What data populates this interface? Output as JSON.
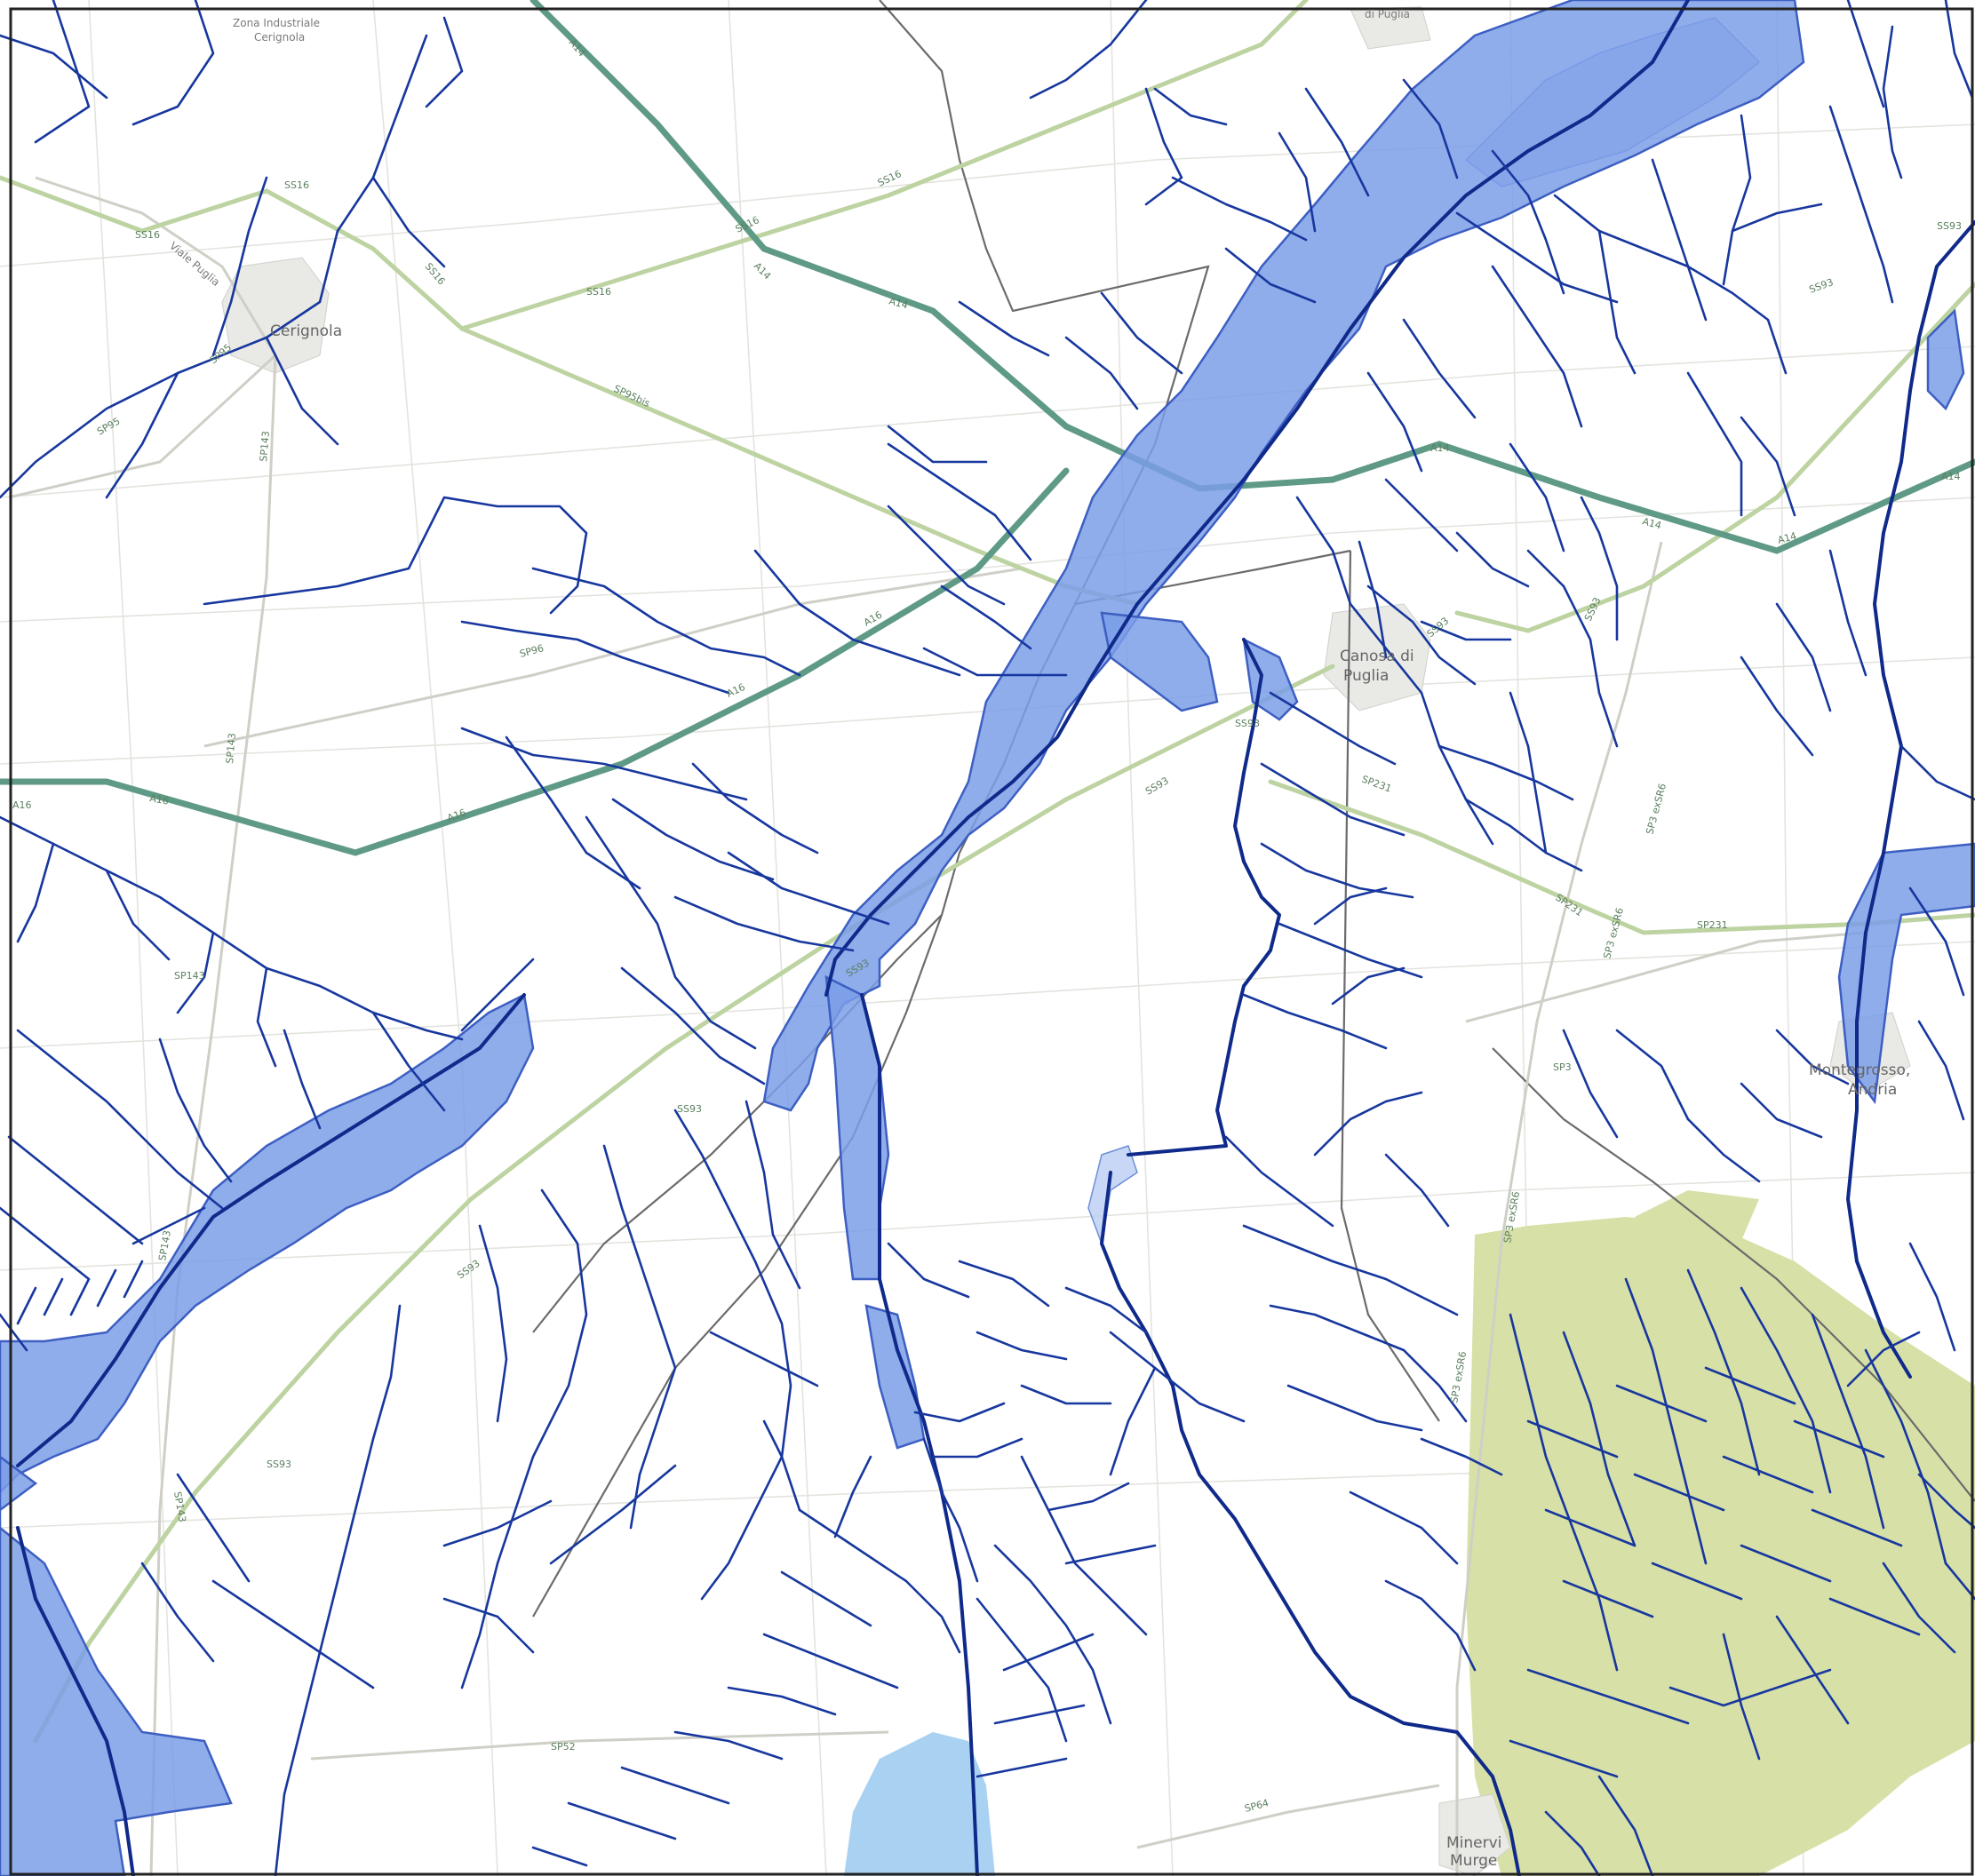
{
  "map": {
    "places": {
      "zona_industriale": [
        "Zona Industriale",
        "Cerignola"
      ],
      "cerignola": "Cerignola",
      "canosa": [
        "Canosa di",
        "Puglia"
      ],
      "montegrosso": [
        "Montegrosso,",
        "Andria"
      ],
      "minervino": [
        "Minervi",
        "Murge"
      ],
      "top_town": "di Puglia",
      "viale_puglia": "Viale Puglia"
    },
    "road_labels": {
      "a14": "A14",
      "a16": "A16",
      "ss16": "SS16",
      "ss93": "SS93",
      "sp143": "SP143",
      "sp95": "SP95",
      "sp96": "SP96",
      "sp3": "SP3",
      "sp3_exsr6": "SP3 exSR6",
      "sp231": "SP231",
      "sp52": "SP52",
      "sp64": "SP64",
      "sp231b": "SP231",
      "sp95b": "SP95bis"
    },
    "colors": {
      "flood_zone": "#7b9de8",
      "river_network": "#17379e",
      "forest_area": "#d7e0a7",
      "motorway": "#5f9a86",
      "state_road": "#bdd3a1"
    }
  }
}
